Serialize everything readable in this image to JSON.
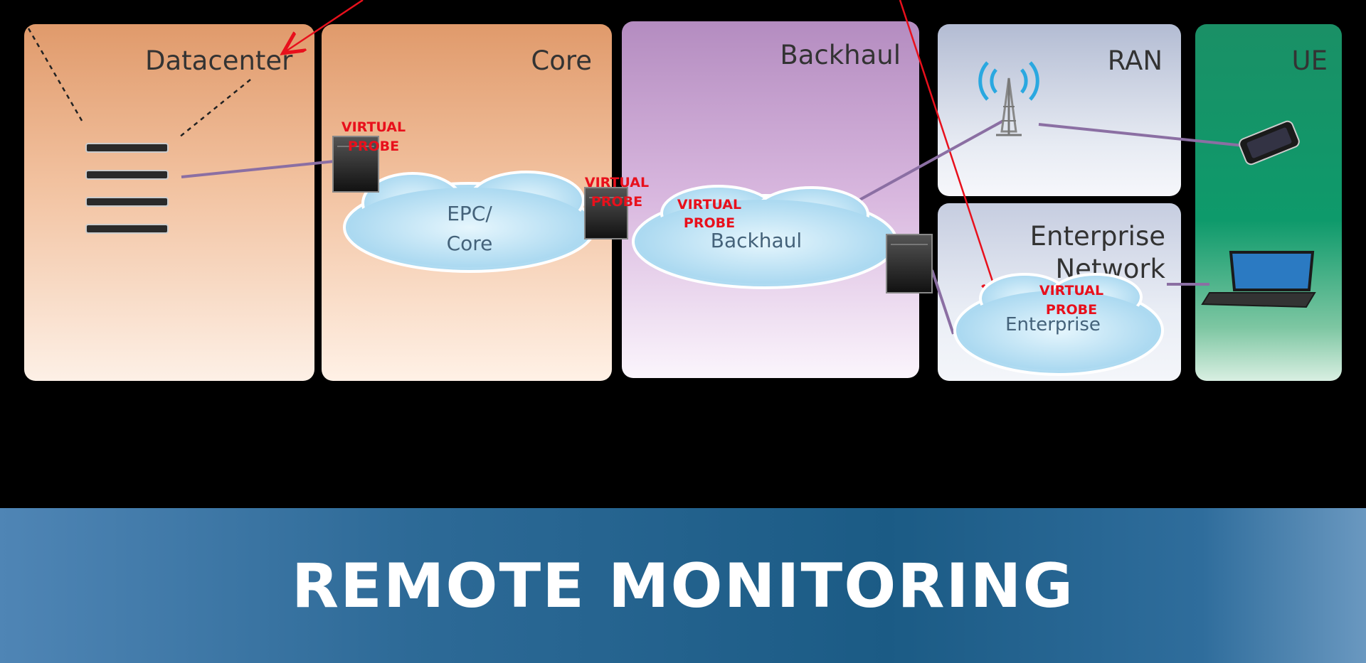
{
  "panels": {
    "datacenter": "Datacenter",
    "core": "Core",
    "backhaul": "Backhaul",
    "ran": "RAN",
    "enterprise": "Enterprise\nNetwork",
    "ue": "UE"
  },
  "clouds": {
    "epc_line1": "EPC/",
    "epc_line2": "Core",
    "backhaul": "Backhaul",
    "enterprise": "Enterprise"
  },
  "probe_label_line1": "VIRTUAL",
  "probe_label_line2": "PROBE",
  "footer_title": "REMOTE MONITORING",
  "colors": {
    "probe_text": "#e8101c",
    "link_line": "#8b6fa3",
    "arrow": "#e8101c",
    "signal": "#2aa8e0"
  }
}
